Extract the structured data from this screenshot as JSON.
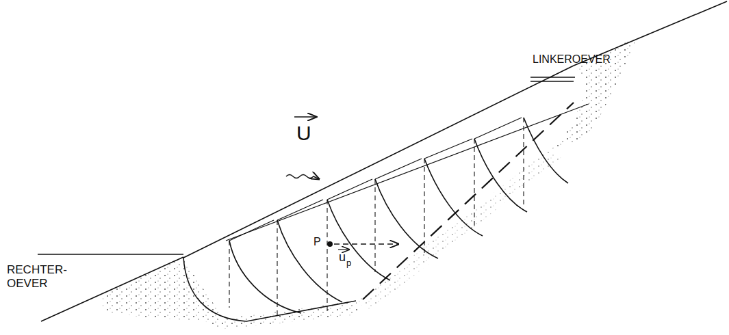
{
  "diagram": {
    "labels": [
      "LINKEROEVER",
      "RECHTER- OEVER",
      "U",
      "P",
      "u",
      "p"
    ]
  }
}
